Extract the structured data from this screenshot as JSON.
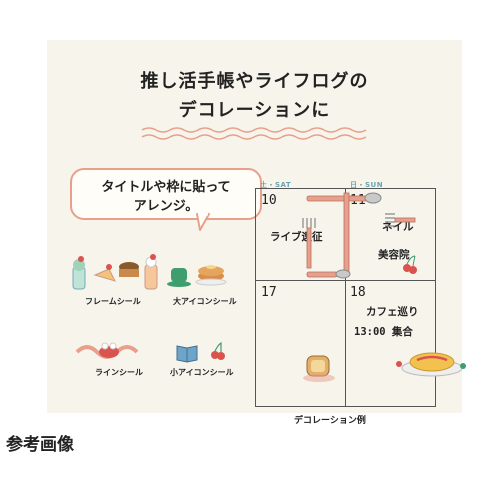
{
  "heading": {
    "line1": "推し活手帳やライフログの",
    "line2": "デコレーションに"
  },
  "bubble": {
    "line1": "タイトルや枠に貼って",
    "line2": "アレンジ。"
  },
  "stickers": {
    "frame": "フレームシール",
    "large_icon": "大アイコンシール",
    "line": "ラインシール",
    "small_icon": "小アイコンシール"
  },
  "calendar": {
    "sat_label": "土・SAT",
    "sun_label": "日・SUN",
    "cells": [
      {
        "day": "10",
        "note1": "ライブ遠征",
        "note2": ""
      },
      {
        "day": "11",
        "note1": "ネイル",
        "note2": "美容院"
      },
      {
        "day": "17",
        "note1": "",
        "note2": ""
      },
      {
        "day": "18",
        "note1": "カフェ巡り",
        "note2": "13:00 集合"
      }
    ]
  },
  "caption": "デコレーション例",
  "reference_label": "参考画像",
  "colors": {
    "panel": "#f7f4ec",
    "accent": "#e8a08c",
    "day_label": "#6aa3b0"
  }
}
